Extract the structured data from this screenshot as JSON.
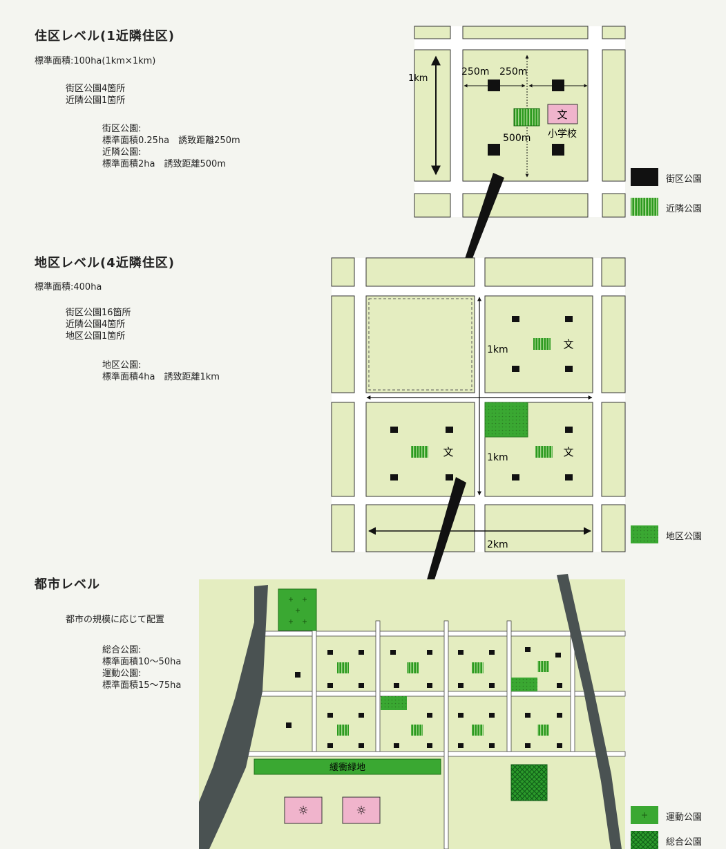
{
  "colors": {
    "background": "#f4f5f0",
    "block_fill": "#e4edc0",
    "road": "#ffffff",
    "block_park": "#111111",
    "neighborhood_park": "#2c9a1f",
    "district_park": "#3aa832",
    "sports_park": "#3aa832",
    "general_park": "#1f8a1f",
    "river": "#4a5252",
    "school": "#f0b4cc"
  },
  "section1": {
    "heading": "住区レベル(1近隣住区)",
    "area": "標準面積:100ha(1km×1km)",
    "counts": [
      "街区公園4箇所",
      "近隣公園1箇所"
    ],
    "details": [
      "街区公園:",
      "標準面積0.25ha　誘致距離250m",
      "近隣公園:",
      "標準面積2ha　誘致距離500m"
    ]
  },
  "section2": {
    "heading": "地区レベル(4近隣住区)",
    "area": "標準面積:400ha",
    "counts": [
      "街区公園16箇所",
      "近隣公園4箇所",
      "地区公園1箇所"
    ],
    "details": [
      "地区公園:",
      "標準面積4ha　誘致距離1km"
    ]
  },
  "section3": {
    "heading": "都市レベル",
    "note": "都市の規模に応じて配置",
    "details": [
      "総合公園:",
      "標準面積10〜50ha",
      "運動公園:",
      "標準面積15〜75ha"
    ]
  },
  "map1": {
    "dim_1km": "1km",
    "dim_250m_left": "250m",
    "dim_250m_right": "250m",
    "dim_500m": "500m",
    "school_mark": "文",
    "school_label": "小学校"
  },
  "map2": {
    "dim_1km_a": "1km",
    "dim_1km_b": "1km",
    "dim_2km": "2km",
    "school_mark": "文"
  },
  "map3": {
    "buffer_label": "緩衝緑地",
    "facility_icon": "☼"
  },
  "legend": {
    "block_park": "街区公園",
    "neighborhood_park": "近隣公園",
    "district_park": "地区公園",
    "sports_park": "運動公園",
    "general_park": "総合公園"
  }
}
